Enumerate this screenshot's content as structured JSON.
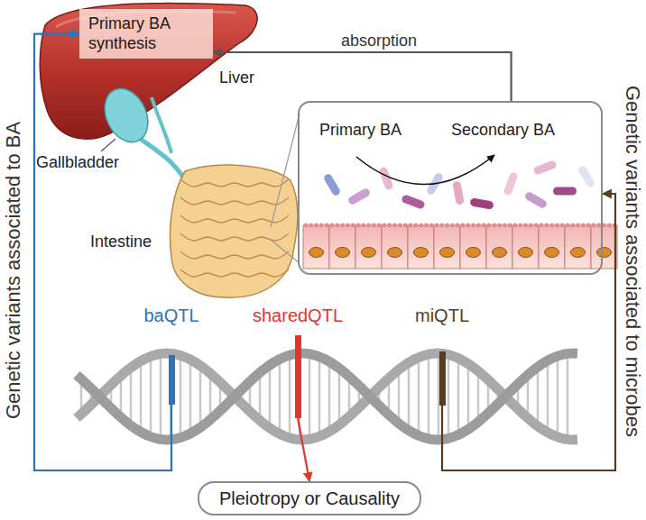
{
  "diagram": {
    "nodes": [
      {
        "text": [
          "Primary BA synthesis"
        ]
      },
      {
        "text": [
          "Primary BA",
          "Secondary BA"
        ]
      },
      {
        "text": [
          "baQTL"
        ]
      },
      {
        "text": [
          "sharedQTL"
        ]
      },
      {
        "text": [
          "miQTL"
        ]
      },
      {
        "text": [
          "Pleiotropy or Causality"
        ]
      }
    ],
    "edges": [
      {
        "from": 1,
        "to": 0,
        "arrow": "to",
        "label": "absorption"
      },
      {
        "from": 2,
        "to": 0,
        "arrow": "to",
        "label": "Genetic variants associated to BA"
      },
      {
        "from": 3,
        "to": 5,
        "arrow": "to"
      },
      {
        "from": 4,
        "to": 1,
        "arrow": "to",
        "label": "Genetic variants associated to microbes"
      }
    ],
    "labels": [
      "Liver",
      "Gallbladder",
      "Intestine"
    ]
  }
}
